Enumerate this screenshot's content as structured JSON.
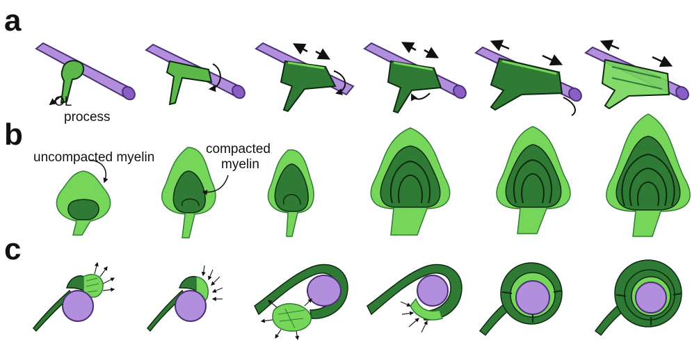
{
  "figure": {
    "panels": [
      {
        "letter": "a"
      },
      {
        "letter": "b"
      },
      {
        "letter": "c"
      }
    ],
    "annotations": {
      "ol_line1": "OL",
      "ol_line2": "process",
      "uncompacted": "uncompacted myelin",
      "compacted_line1": "compacted",
      "compacted_line2": "myelin"
    },
    "colors": {
      "axon": "#b28fdc",
      "axon_outline": "#4a2f77",
      "axon_end": "#8a5fc4",
      "light_green": "#76d65a",
      "dark_green": "#2f7a34",
      "deep_green": "#1e5a24",
      "outline": "#0d2a10"
    }
  }
}
